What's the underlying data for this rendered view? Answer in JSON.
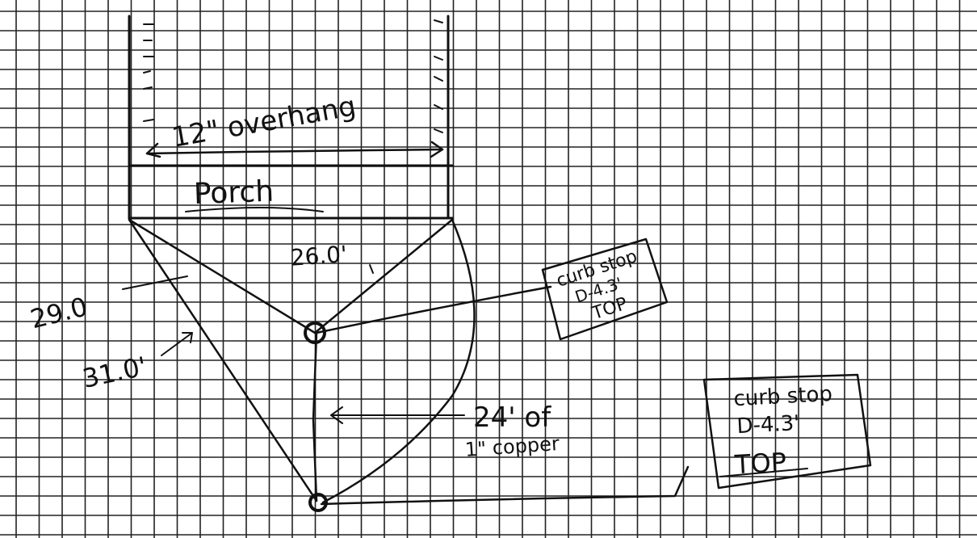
{
  "sketch": {
    "overhang_label": "12\" overhang",
    "porch_label": "Porch",
    "dim_top": "26.0'",
    "dim_left_upper": "29.0",
    "dim_left_lower": "31.0'",
    "pipe_label_line1": "24' of",
    "pipe_label_line2": "1\" copper",
    "curb_stop_1": {
      "line1": "curb stop",
      "line2": "D-4.3'",
      "line3": "TOP"
    },
    "curb_stop_2": {
      "line1": "curb stop",
      "line2": "D-4.3'",
      "line3": "TOP"
    }
  },
  "colors": {
    "ink": "#111111",
    "paper": "#ffffff"
  }
}
